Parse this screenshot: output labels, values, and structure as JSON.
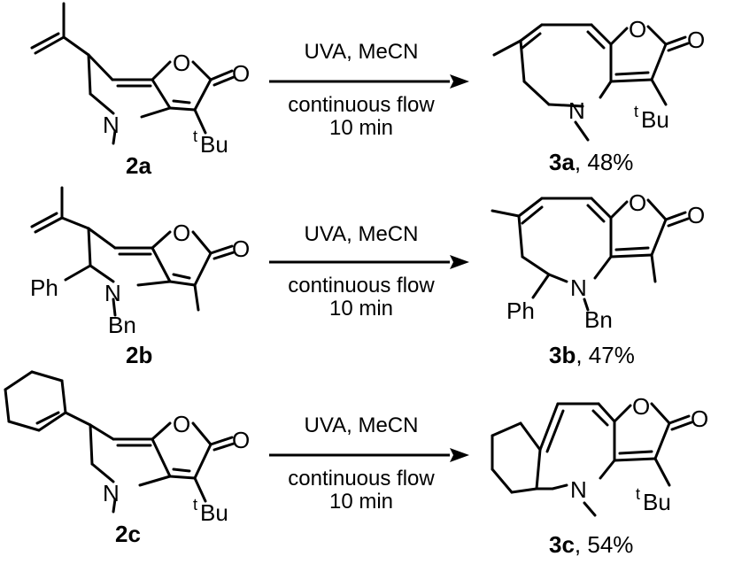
{
  "reactions": [
    {
      "starting_label": "2a",
      "product_label": "3a",
      "product_yield": ", 48%",
      "conditions": [
        "UVA, MeCN",
        "continuous flow",
        "10 min"
      ],
      "sm_atoms": {
        "o_ring": "O",
        "o_carbonyl": "O",
        "n": "N",
        "sub_r": "Bu",
        "sub_r_sup": "t"
      },
      "pr_atoms": {
        "o_ring": "O",
        "o_carbonyl": "O",
        "n": "N",
        "sub_r": "Bu",
        "sub_r_sup": "t"
      }
    },
    {
      "starting_label": "2b",
      "product_label": "3b",
      "product_yield": ", 47%",
      "conditions": [
        "UVA, MeCN",
        "continuous flow",
        "10 min"
      ],
      "sm_atoms": {
        "o_ring": "O",
        "o_carbonyl": "O",
        "n": "N",
        "ph": "Ph",
        "bn": "Bn"
      },
      "pr_atoms": {
        "o_ring": "O",
        "o_carbonyl": "O",
        "n": "N",
        "ph": "Ph",
        "bn": "Bn"
      }
    },
    {
      "starting_label": "2c",
      "product_label": "3c",
      "product_yield": ", 54%",
      "conditions": [
        "UVA, MeCN",
        "continuous flow",
        "10 min"
      ],
      "sm_atoms": {
        "o_ring": "O",
        "o_carbonyl": "O",
        "n": "N",
        "sub_r": "Bu",
        "sub_r_sup": "t"
      },
      "pr_atoms": {
        "o_ring": "O",
        "o_carbonyl": "O",
        "n": "N",
        "sub_r": "Bu",
        "sub_r_sup": "t"
      }
    }
  ]
}
